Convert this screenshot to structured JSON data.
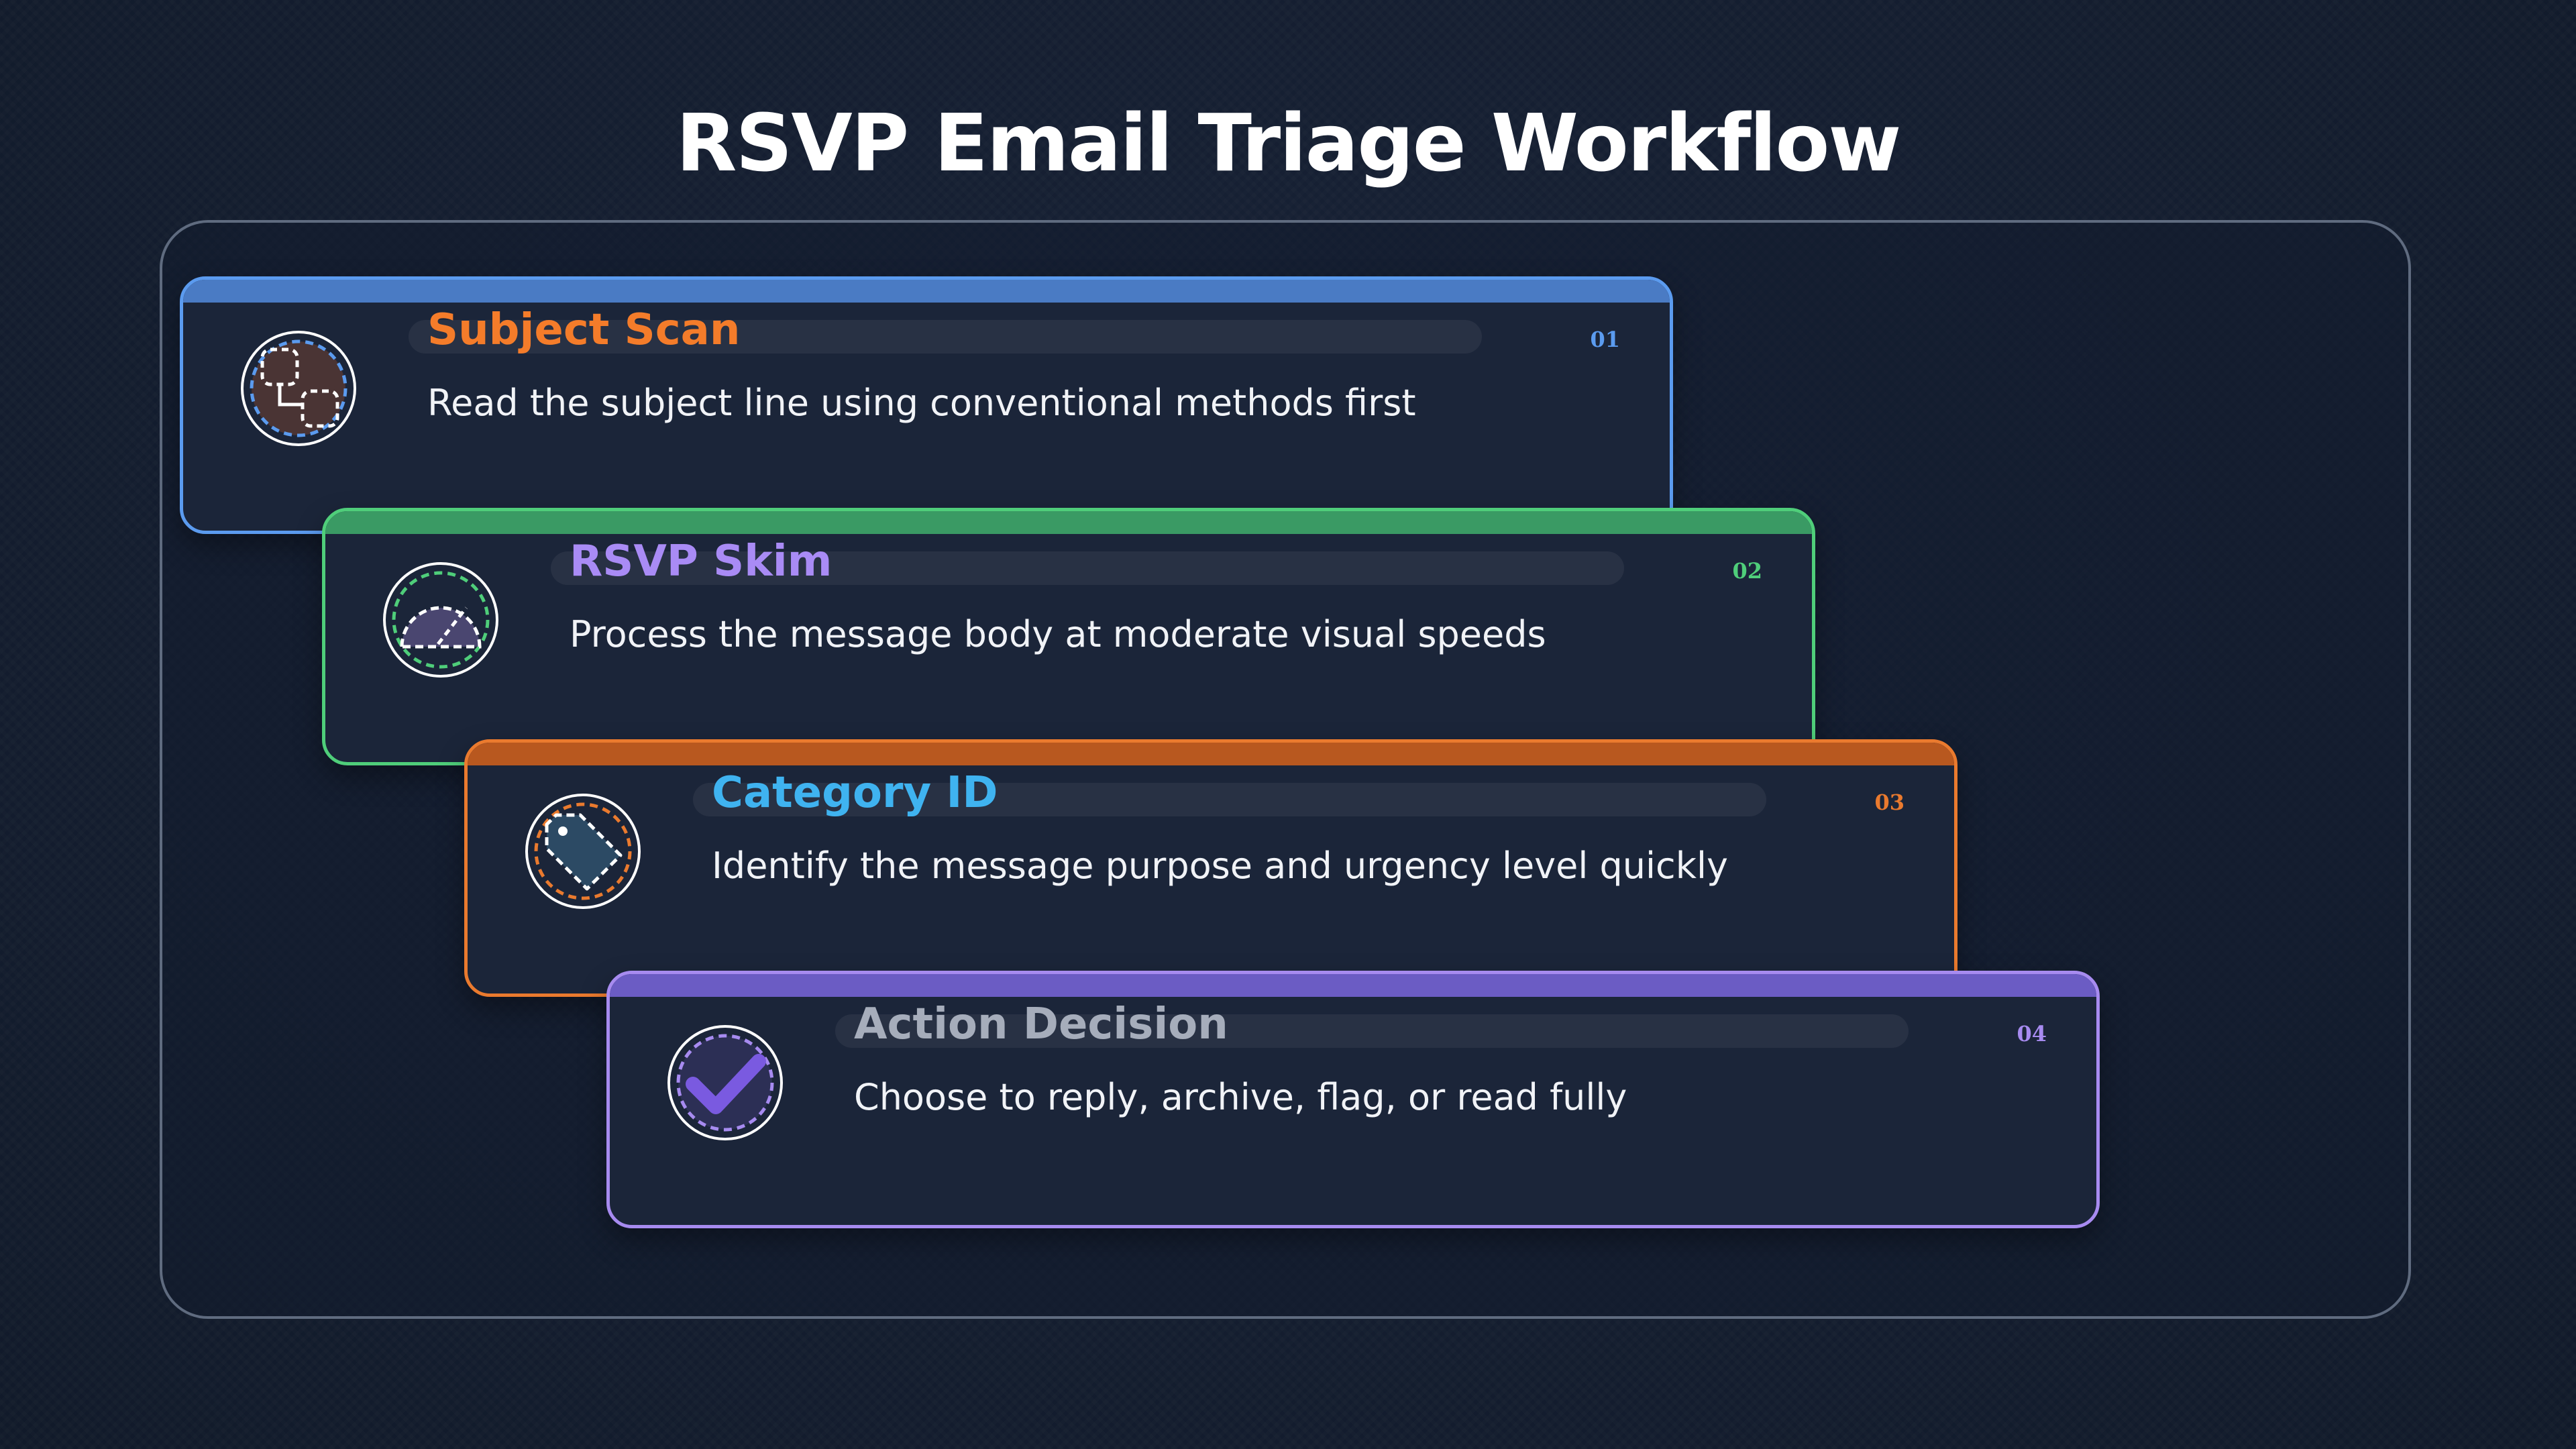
{
  "title": "RSVP Email Triage Workflow",
  "steps": [
    {
      "number": "01",
      "title": "Subject Scan",
      "description": "Read the subject line using conventional methods first",
      "icon": "subject-scan-icon",
      "accent": "#5b9bef",
      "band": "#4a7bc4",
      "title_color": "#f47c2a"
    },
    {
      "number": "02",
      "title": "RSVP Skim",
      "description": "Process the message body at moderate visual speeds",
      "icon": "speed-gauge-icon",
      "accent": "#4fce7a",
      "band": "#3a9a64",
      "title_color": "#a98bf5"
    },
    {
      "number": "03",
      "title": "Category ID",
      "description": "Identify the message purpose and urgency level quickly",
      "icon": "tag-icon",
      "accent": "#ea7a2e",
      "band": "#b8581f",
      "title_color": "#3fb3f0"
    },
    {
      "number": "04",
      "title": "Action Decision",
      "description": "Choose to reply, archive, flag, or read fully",
      "icon": "check-icon",
      "accent": "#a78bf0",
      "band": "#6b5cc4",
      "title_color": "#a6adbb"
    }
  ]
}
